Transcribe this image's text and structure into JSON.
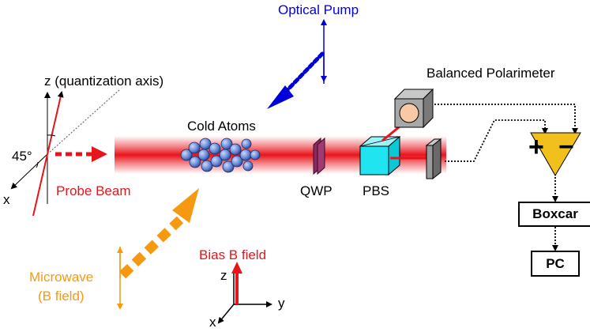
{
  "labels": {
    "optical_pump": "Optical Pump",
    "balanced_polarimeter": "Balanced Polarimeter",
    "quantization_axis": "z (quantization axis)",
    "angle": "45°",
    "x_axis_left": "x",
    "cold_atoms": "Cold Atoms",
    "probe_beam": "Probe Beam",
    "qwp": "QWP",
    "pbs": "PBS",
    "boxcar": "Boxcar",
    "pc": "PC",
    "microwave_line1": "Microwave",
    "microwave_line2": "(B field)",
    "bias_field": "Bias B field",
    "axis_z": "z",
    "axis_y": "y",
    "axis_x": "x",
    "amp_plus": "+",
    "amp_minus": "−"
  },
  "colors": {
    "optical_pump": "#0000dd",
    "probe": "#e8141c",
    "microwave": "#f59a10",
    "atoms": "#4a6fc4",
    "qwp": "#8a2a5e",
    "pbs": "#20e4f0",
    "amplifier": "#f2c01a",
    "detector": "#8c8c8c",
    "photodiode": "#f7c9a6"
  }
}
